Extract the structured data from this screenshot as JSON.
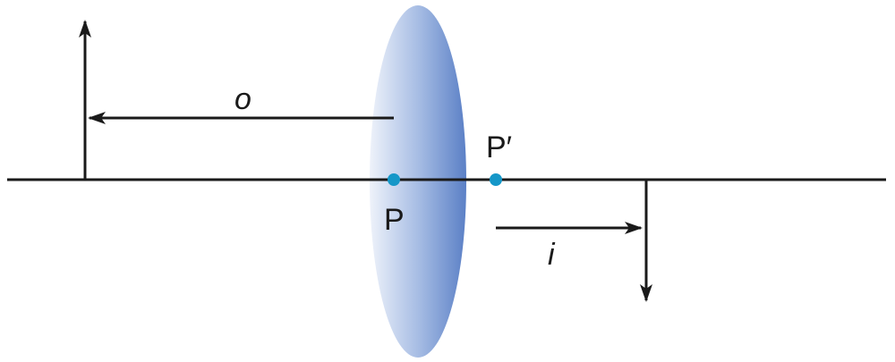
{
  "labels": {
    "object_distance": "o",
    "image_distance": "i",
    "principal_point": "P",
    "principal_point_prime": "P′"
  },
  "colors": {
    "lens_light": "#eef2fa",
    "lens_dark": "#5b80c6",
    "point": "#1597c8",
    "line": "#1a1a1a"
  }
}
